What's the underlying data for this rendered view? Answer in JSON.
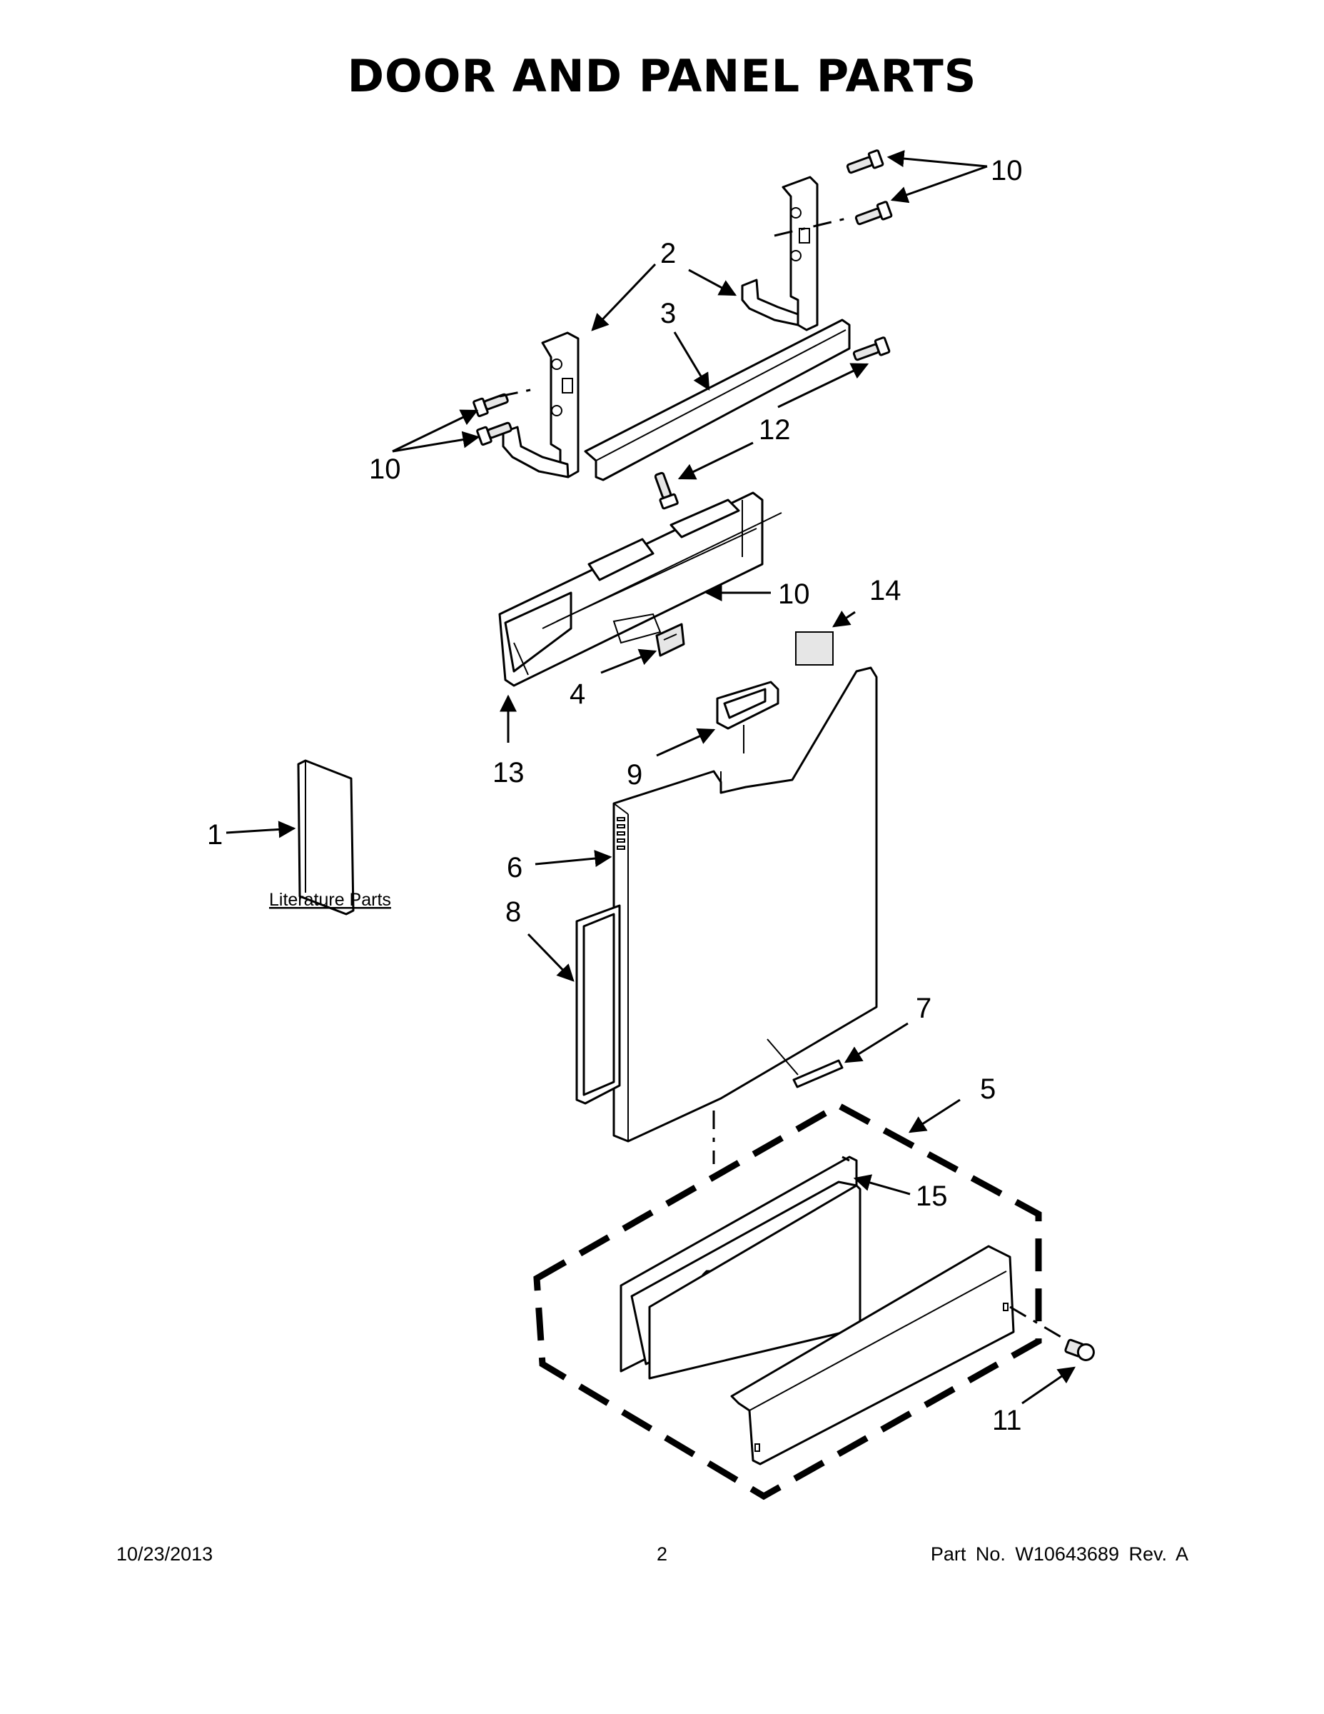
{
  "page": {
    "title": "DOOR AND PANEL PARTS",
    "date": "10/23/2013",
    "page_number": "2",
    "part_number": "Part No.  W10643689  Rev.  A"
  },
  "literature": {
    "label": "Literature Parts"
  },
  "callouts": {
    "c1": "1",
    "c2": "2",
    "c3": "3",
    "c4": "4",
    "c5": "5",
    "c6": "6",
    "c7": "7",
    "c8": "8",
    "c9": "9",
    "c10a": "10",
    "c10b": "10",
    "c10c": "10",
    "c11": "11",
    "c12": "12",
    "c13": "13",
    "c14": "14",
    "c15": "15"
  },
  "colors": {
    "line": "#000000",
    "background": "#ffffff",
    "shade": "#e6e6e6"
  }
}
